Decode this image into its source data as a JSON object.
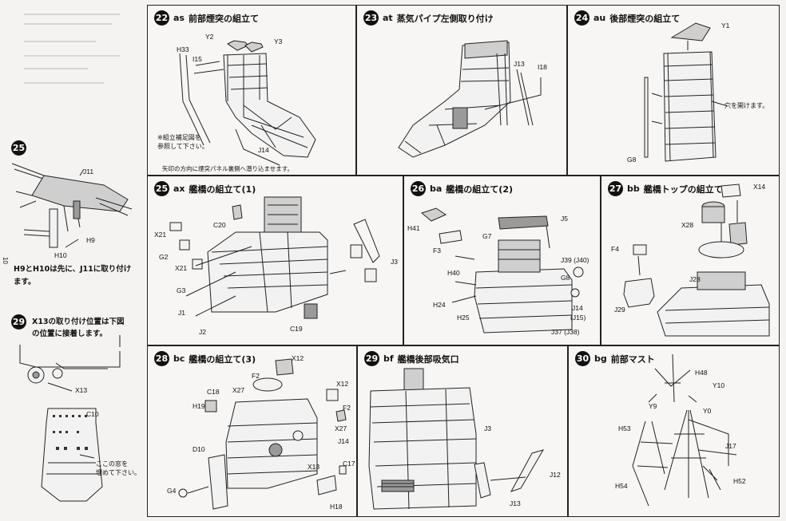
{
  "page_number": "10",
  "steps": {
    "s22": {
      "num": "22",
      "code": "as",
      "title": "前部煙突の組立て",
      "note1": "※組立補足図を",
      "note2": "参照して下さい。",
      "footer": "矢印の方向に煙突パネル裏側へ潜り込ませます。",
      "parts": {
        "y2": "Y2",
        "y3": "Y3",
        "h33": "H33",
        "i15": "I15",
        "j14": "J14"
      }
    },
    "s23": {
      "num": "23",
      "code": "at",
      "title": "蒸気パイプ左側取り付け",
      "parts": {
        "j13": "J13",
        "i18": "I18"
      }
    },
    "s24": {
      "num": "24",
      "code": "au",
      "title": "後部煙突の組立て",
      "note": "穴を開けます。",
      "parts": {
        "y1": "Y1",
        "g8": "G8"
      }
    },
    "left25": {
      "num": "25",
      "note1": "H9とH10は先に、J11に取り付け",
      "note2": "ます。",
      "parts": {
        "j11": "J11",
        "h9": "H9",
        "h10": "H10"
      }
    },
    "left29": {
      "num": "29",
      "note1": "X13の取り付け位置は下図",
      "note2": "の位置に接着します。",
      "note3": "ここの窓を",
      "note4": "埋めて下さい。",
      "parts": {
        "x13": "X13",
        "c10": "C10"
      }
    },
    "s25": {
      "num": "25",
      "code": "ax",
      "title": "艦橋の組立て(1)",
      "parts": {
        "x21a": "X21",
        "c20": "C20",
        "g2": "G2",
        "x21b": "X21",
        "g3": "G3",
        "j1": "J1",
        "j2": "J2",
        "c19": "C19",
        "j3": "J3"
      }
    },
    "s26": {
      "num": "26",
      "code": "ba",
      "title": "艦橋の組立て(2)",
      "parts": {
        "h41": "H41",
        "j5": "J5",
        "f3": "F3",
        "g7": "G7",
        "h40": "H40",
        "j39": "J39 (J40)",
        "g8": "G8",
        "h24": "H24",
        "h25": "H25",
        "j14": "J14",
        "j15": "(J15)",
        "j37": "J37 (J38)"
      }
    },
    "s27": {
      "num": "27",
      "code": "bb",
      "title": "艦橋トップの組立て",
      "parts": {
        "x14": "X14",
        "x28": "X28",
        "f4": "F4",
        "j28": "J28",
        "j29": "J29"
      }
    },
    "s28": {
      "num": "28",
      "code": "bc",
      "title": "艦橋の組立て(3)",
      "parts": {
        "x12a": "X12",
        "f2a": "F2",
        "x12b": "X12",
        "c18": "C18",
        "x27a": "X27",
        "h19": "H19",
        "f2b": "F2",
        "x27b": "X27",
        "j14": "J14",
        "d10": "D10",
        "x13": "X13",
        "c17": "C17",
        "g4": "G4",
        "h18": "H18"
      }
    },
    "s29": {
      "num": "29",
      "code": "bf",
      "title": "艦橋後部吸気口",
      "parts": {
        "j3": "J3",
        "j12": "J12",
        "j13": "J13"
      }
    },
    "s30": {
      "num": "30",
      "code": "bg",
      "title": "前部マスト",
      "parts": {
        "h48": "H48",
        "y10": "Y10",
        "y9": "Y9",
        "y0": "Y0",
        "h53": "H53",
        "j17": "J17",
        "h54": "H54",
        "h52": "H52"
      }
    }
  }
}
